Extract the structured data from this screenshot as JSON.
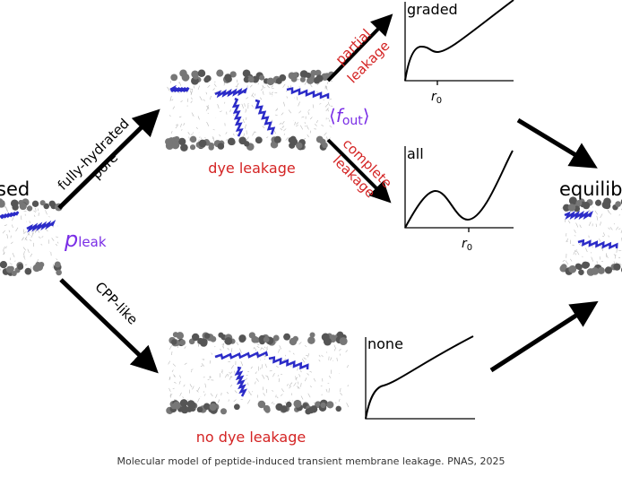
{
  "labels": {
    "closed_state": "sed",
    "equilibrium_state": "equilib",
    "fully_hydrated": "fully-hydrated",
    "pore": "pore",
    "p_leak_main": "p",
    "p_leak_sub": "leak",
    "f_out_main": "f",
    "f_out_sub": "out",
    "dye_leakage": "dye leakage",
    "partial": "partial",
    "partial_leakage": "leakage",
    "complete": "complete",
    "complete_leakage": "leakage",
    "cpp_like": "CPP-like",
    "no_dye_leakage": "no dye leakage"
  },
  "plots": {
    "graded": {
      "title": "graded",
      "tick": "r",
      "tick_sub": "0"
    },
    "all": {
      "title": "all",
      "tick": "r",
      "tick_sub": "0"
    },
    "none": {
      "title": "none"
    }
  },
  "caption": "Molecular model of peptide-induced transient membrane leakage. PNAS, 2025",
  "colors": {
    "red": "#d42424",
    "purple": "#7a2ee6",
    "peptide": "#2b2bc8",
    "lipid": "#6e6e6e"
  }
}
